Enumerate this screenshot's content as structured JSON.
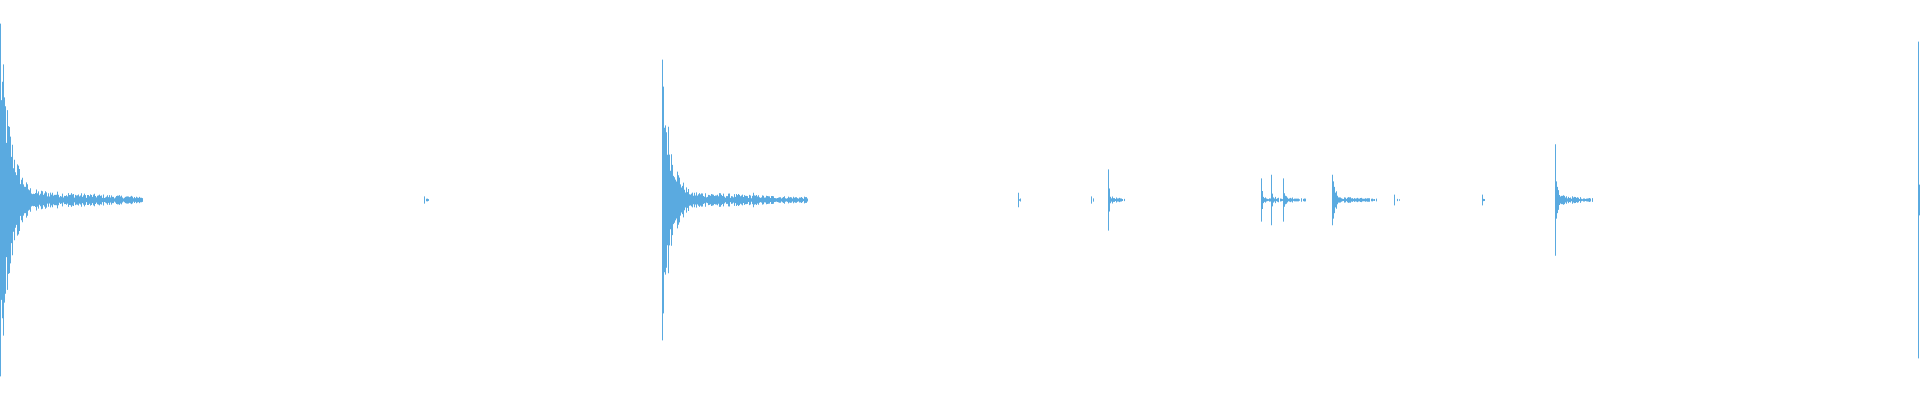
{
  "colors": {
    "background": "#ffffff",
    "waveform": "#5aaae0"
  },
  "waveform": {
    "duration_s": 100,
    "peak_amplitude": 1.0,
    "events": [
      {
        "t": 0.0,
        "amp": 0.98,
        "decay": 1.8,
        "tail": 5.6,
        "tail_amp": 0.06
      },
      {
        "t": 22.1,
        "amp": 0.02,
        "decay": 0.1,
        "tail": 0.2,
        "tail_amp": 0.01
      },
      {
        "t": 34.5,
        "amp": 0.78,
        "decay": 1.6,
        "tail": 6.0,
        "tail_amp": 0.05
      },
      {
        "t": 39.2,
        "amp": 0.04,
        "decay": 0.3,
        "tail": 1.3,
        "tail_amp": 0.02
      },
      {
        "t": 53.0,
        "amp": 0.04,
        "decay": 0.1,
        "tail": 0.1,
        "tail_amp": 0.01
      },
      {
        "t": 56.8,
        "amp": 0.02,
        "decay": 0.1,
        "tail": 0.1,
        "tail_amp": 0.01
      },
      {
        "t": 57.7,
        "amp": 0.17,
        "decay": 0.2,
        "tail": 0.7,
        "tail_amp": 0.02
      },
      {
        "t": 65.7,
        "amp": 0.12,
        "decay": 0.2,
        "tail": 0.5,
        "tail_amp": 0.02
      },
      {
        "t": 66.2,
        "amp": 0.14,
        "decay": 0.2,
        "tail": 0.4,
        "tail_amp": 0.02
      },
      {
        "t": 66.8,
        "amp": 0.12,
        "decay": 0.3,
        "tail": 1.0,
        "tail_amp": 0.02
      },
      {
        "t": 69.4,
        "amp": 0.14,
        "decay": 0.6,
        "tail": 1.9,
        "tail_amp": 0.02
      },
      {
        "t": 72.6,
        "amp": 0.03,
        "decay": 0.1,
        "tail": 0.2,
        "tail_amp": 0.01
      },
      {
        "t": 77.2,
        "amp": 0.03,
        "decay": 0.1,
        "tail": 0.1,
        "tail_amp": 0.01
      },
      {
        "t": 81.0,
        "amp": 0.31,
        "decay": 0.3,
        "tail": 1.7,
        "tail_amp": 0.03
      },
      {
        "t": 99.9,
        "amp": 0.88,
        "decay": 0.1,
        "tail": 0.1,
        "tail_amp": 0.1
      }
    ]
  }
}
